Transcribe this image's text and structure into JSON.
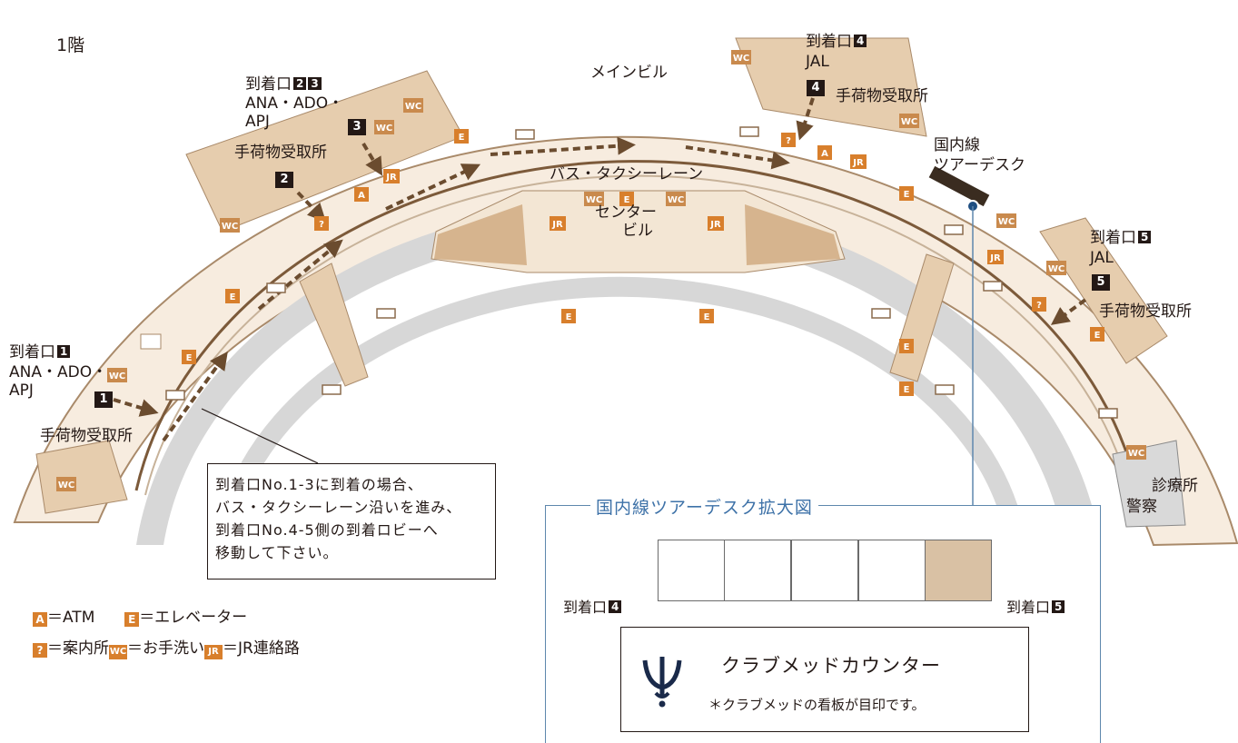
{
  "floor": "1階",
  "buildings": {
    "main": "メインビル",
    "bus_taxi_lane": "バス・タクシーレーン",
    "center_line1": "センター",
    "center_line2": "ビル"
  },
  "gates": {
    "g1": {
      "title": "到着口",
      "num": "1",
      "airlines_line1": "ANA・ADO・",
      "airlines_line2": "APJ",
      "baggage": "手荷物受取所"
    },
    "g23": {
      "title": "到着口",
      "num_a": "2",
      "num_b": "3",
      "airlines_line1": "ANA・ADO・",
      "airlines_line2": "APJ",
      "baggage": "手荷物受取所"
    },
    "g4": {
      "title": "到着口",
      "num": "4",
      "airline": "JAL",
      "baggage": "手荷物受取所"
    },
    "g5": {
      "title": "到着口",
      "num": "5",
      "airline": "JAL",
      "baggage": "手荷物受取所"
    }
  },
  "markers": {
    "m1": "1",
    "m2": "2",
    "m3": "3",
    "m4": "4",
    "m5": "5"
  },
  "tour_desk": {
    "line1": "国内線",
    "line2": "ツアーデスク"
  },
  "clinic": {
    "line1": "診療所",
    "line2": "警察"
  },
  "note": {
    "line1": "到着口No.1-3に到着の場合、",
    "line2": "バス・タクシーレーン沿いを進み、",
    "line3": "到着口No.4-5側の到着ロビーへ",
    "line4": "移動して下さい。"
  },
  "legend": {
    "atm_key": "A",
    "atm": "＝ATM",
    "elevator_key": "E",
    "elevator": "＝エレベーター",
    "info_key": "?",
    "info": "＝案内所",
    "wc_key": "WC",
    "wc": "＝お手洗い",
    "jr_key": "JR",
    "jr": "＝JR連絡路"
  },
  "inset": {
    "title": "国内線ツアーデスク拡大図",
    "left_label": "到着口",
    "left_num": "4",
    "right_label": "到着口",
    "right_num": "5",
    "counter_name": "クラブメッドカウンター",
    "counter_note": "＊クラブメッドの看板が目印です。"
  },
  "icon_labels": {
    "wc": "WC",
    "elevator": "E",
    "atm": "A",
    "info": "?",
    "jr": "JR"
  },
  "colors": {
    "outer_band": "#f7ecdf",
    "building": "#e6cdae",
    "building_dark": "#d6b48e",
    "lane_grey": "#d7d7d7",
    "line_brown": "#7c5a3a",
    "icon_orange": "#d87f2c",
    "inset_blue": "#3e72a8"
  }
}
